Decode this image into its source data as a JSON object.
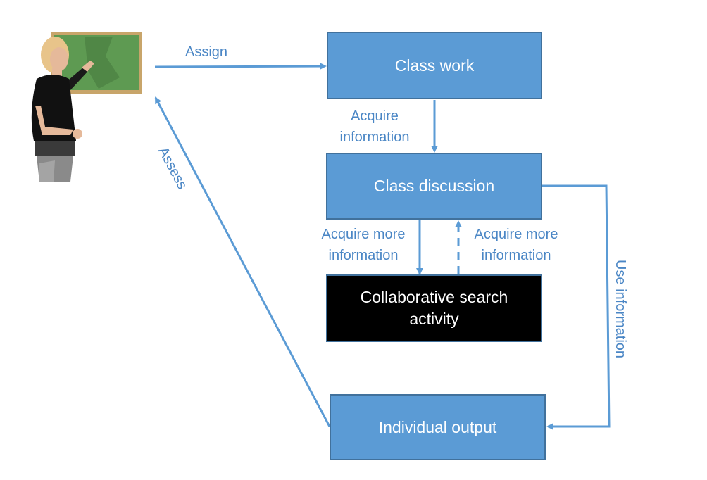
{
  "nodes": {
    "class_work": "Class work",
    "class_discussion": "Class discussion",
    "collab_search": "Collaborative search activity",
    "individual_output": "Individual output"
  },
  "edges": {
    "assign": "Assign",
    "assess": "Assess",
    "acquire_info_1": "Acquire",
    "acquire_info_2": "information",
    "acquire_more_left_1": "Acquire more",
    "acquire_more_left_2": "information",
    "acquire_more_right_1": "Acquire more",
    "acquire_more_right_2": "information",
    "use_information": "Use information"
  },
  "colors": {
    "node_fill": "#5b9bd5",
    "node_border": "#41719c",
    "arrow": "#5b9bd5",
    "label": "#4a86c5",
    "collab_fill": "#000000"
  },
  "icons": {
    "teacher": "teacher-at-chalkboard-icon"
  }
}
